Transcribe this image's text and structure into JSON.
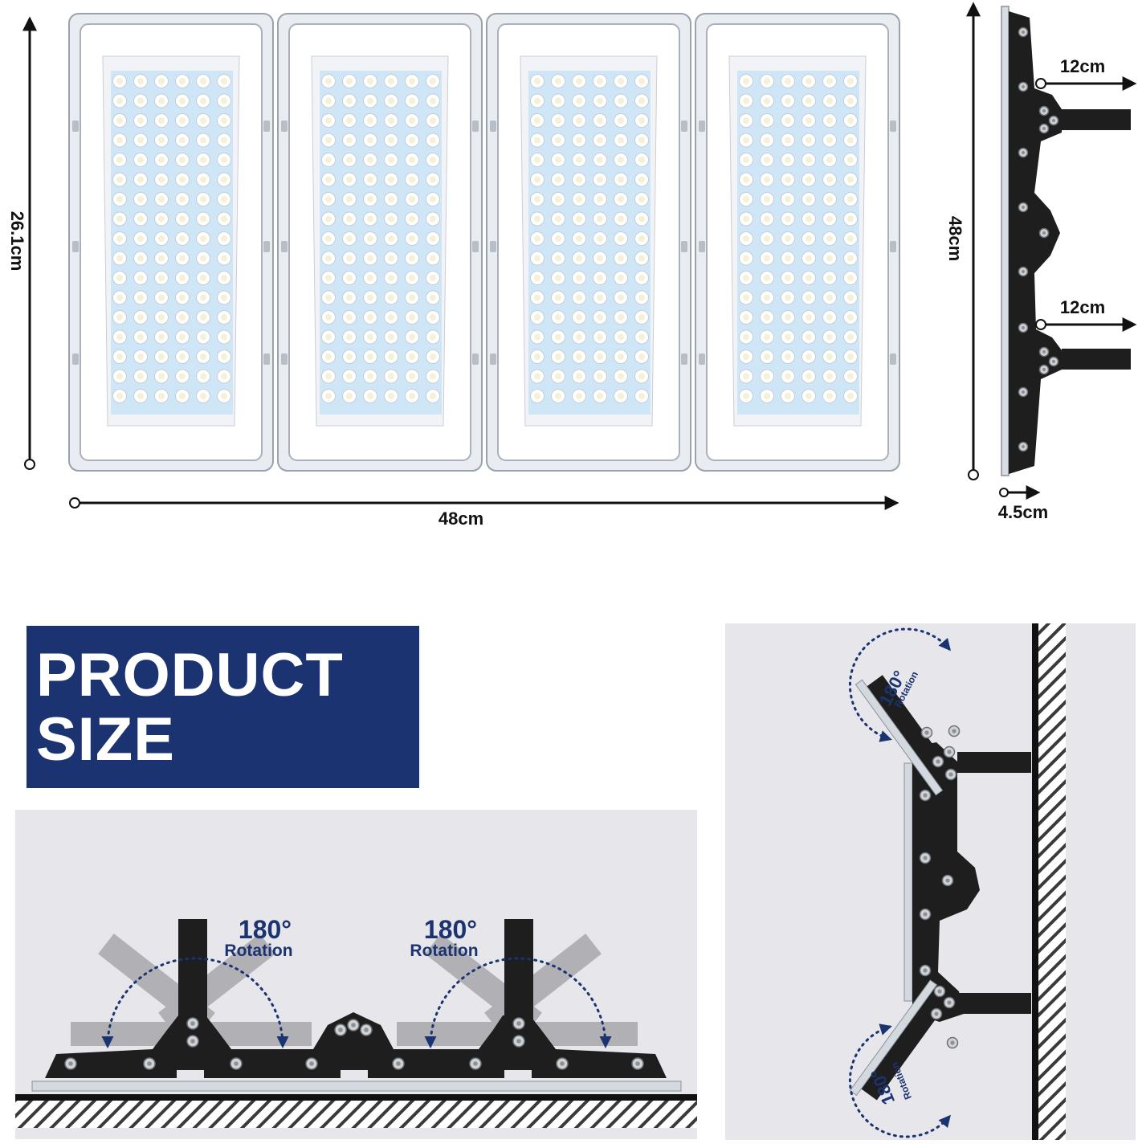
{
  "dimensions": {
    "panel_height": "26.1cm",
    "total_width": "48cm",
    "side_height": "48cm",
    "bracket_top": "12cm",
    "bracket_bottom": "12cm",
    "depth": "4.5cm"
  },
  "title": {
    "line1": "PRODUCT",
    "line2": "SIZE"
  },
  "rotation": {
    "angle": "180°",
    "label": "Rotation"
  },
  "colors": {
    "title_bg": "#1b3370",
    "accent": "#1b3370",
    "housing": "#1e1e1e",
    "panel_bg": "#e6e6eb",
    "led": "#cfe6f7"
  }
}
